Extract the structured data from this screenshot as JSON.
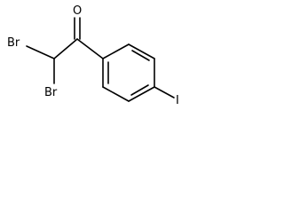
{
  "molecule": {
    "labels": {
      "oxygen": "O",
      "bromine_1": "Br",
      "bromine_2": "Br",
      "iodine": "I"
    }
  }
}
